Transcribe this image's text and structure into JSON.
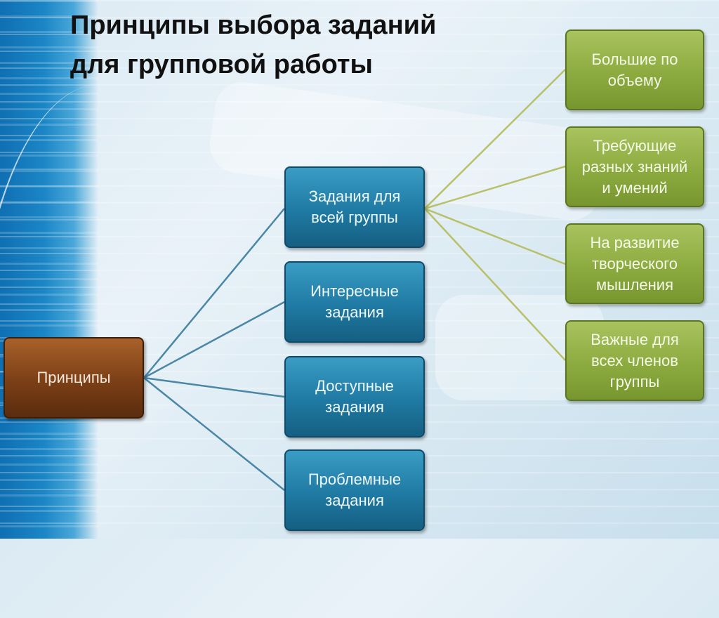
{
  "title": "Принципы выбора заданий\nдля групповой работы",
  "root": {
    "label": "Принципы"
  },
  "level1": [
    {
      "label": "Задания для\nвсей группы"
    },
    {
      "label": "Интересные\nзадания"
    },
    {
      "label": "Доступные\nзадания"
    },
    {
      "label": "Проблемные\nзадания"
    }
  ],
  "level2": [
    {
      "label": "Большие по\nобъему"
    },
    {
      "label": "Требующие\nразных знаний\nи умений"
    },
    {
      "label": "На развитие\nтворческого\nмышления"
    },
    {
      "label": "Важные для\nвсех членов\nгруппы"
    }
  ],
  "colors": {
    "root": "#7b3f16",
    "level1": "#1f7aa3",
    "level2": "#8cab3f",
    "connector_root": "#4a86a6",
    "connector_level1": "#b9c06a"
  }
}
